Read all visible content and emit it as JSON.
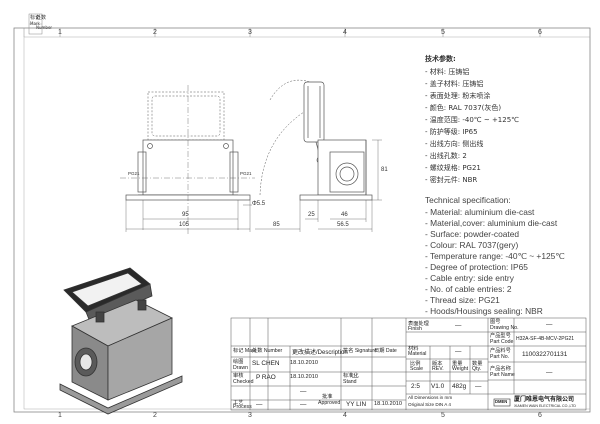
{
  "rev_strip": [
    "标记",
    "Mark",
    "处数",
    "Number"
  ],
  "grid_top": [
    "1",
    "2",
    "3",
    "4",
    "5",
    "6"
  ],
  "grid_bottom": [
    "1",
    "2",
    "3",
    "4",
    "5",
    "6"
  ],
  "dims": {
    "d_95": "95",
    "d_105": "105",
    "d_phi": "Φ5.5",
    "d_85": "85",
    "d_25": "25",
    "d_46": "46",
    "d_565": "56.5",
    "d_81": "81",
    "d_side_left": "PG21",
    "d_side_right": "PG21"
  },
  "spec_cn": {
    "title": "技术参数:",
    "lines": [
      "- 材料: 压铸铝",
      "- 盖子材料: 压铸铝",
      "- 表面处理: 粉末喷涂",
      "- 颜色: RAL 7037(灰色)",
      "- 温度范围: -40℃ ~ +125℃",
      "- 防护等级: IP65",
      "- 出线方向: 侧出线",
      "- 出线孔数: 2",
      "- 螺纹规格: PG21",
      "- 密封元件: NBR"
    ]
  },
  "spec_en": {
    "title": "Technical specification:",
    "lines": [
      "- Material: aluminium die-cast",
      "- Material,cover: aluminium die-cast",
      "- Surface: powder-coated",
      "- Colour: RAL 7037(gery)",
      "- Temperature range: -40℃ ~ +125℃",
      "- Degree of protection: IP65",
      "- Cable entry: side entry",
      "- No. of cable entries: 2",
      "- Thread size: PG21",
      "- Hoods/Housings sealing: NBR"
    ]
  },
  "title_block": {
    "h_mark": "标记\nMark",
    "h_number": "处数\nNumber",
    "h_change": "更改描述/Description",
    "h_sign": "签名\nSignature",
    "h_date": "日期\nDate",
    "drawn_cn": "绘图",
    "drawn_en": "Drawn",
    "drawn_name": "SL CHEN",
    "drawn_date": "18.10.2010",
    "checked_cn": "审核",
    "checked_en": "Checked",
    "checked_name": "P RAO",
    "checked_date": "18.10.2010",
    "process_cn": "工艺",
    "process_en": "Process",
    "process_name": "—",
    "dash1": "—",
    "dash2": "—",
    "dash3": "—",
    "stand_cn": "标准化",
    "stand_en": "Stand",
    "approved_cn": "批准",
    "approved_en": "Approved",
    "approved_name": "YY LIN",
    "approved_date": "18.10.2010",
    "material_cn": "材料",
    "material_en": "Material",
    "material_val": "—",
    "finish_cn": "表面处理",
    "finish_en": "Finish",
    "finish_val": "—",
    "scale_cn": "比例",
    "scale_en": "Scale",
    "scale_val": "2:5",
    "rev_cn": "版本",
    "rev_en": "REV.",
    "rev_val": "V1.0",
    "weight_cn": "重量",
    "weight_en": "Weight",
    "weight_val": "482g",
    "qty_cn": "数量",
    "qty_en": "Qty.",
    "qty_val": "—",
    "drawing_no_cn": "图号",
    "drawing_no_en": "Drawing No.",
    "drawing_no_val": "—",
    "part_code_cn": "产品型号",
    "part_code_en": "Part Code",
    "part_code_val": "H32A-SF-4B-MCV-2PG21",
    "part_no_cn": "产品料号",
    "part_no_en": "Part No.",
    "part_no_val": "1100322701131",
    "part_name_cn": "产品名称",
    "part_name_en": "Part Name",
    "part_name_val": "—",
    "dims_note": "All Dimensions in mm",
    "paper_note": "Original Size DIN A 4",
    "logo_text": "DMEN",
    "company_cn": "厦门唯恩电气有限公司",
    "company_en": "XIAMEN WAIN ELECTRICAL CO.,LTD"
  }
}
